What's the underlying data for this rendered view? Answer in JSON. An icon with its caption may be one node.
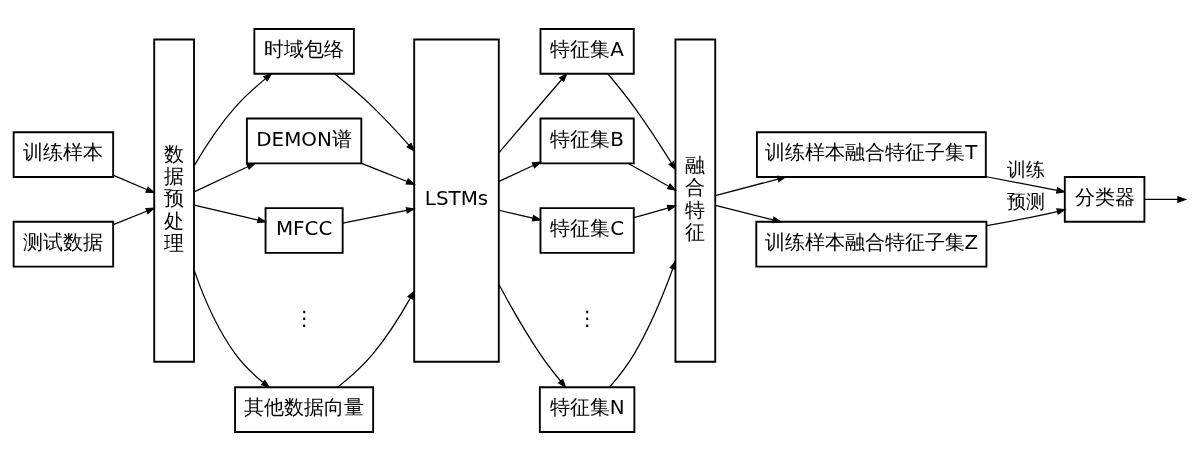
{
  "diagram": {
    "nodes": [
      {
        "text": [
          "训练样本"
        ]
      },
      {
        "text": [
          "测试数据"
        ]
      },
      {
        "text": [
          "数据预处理"
        ]
      },
      {
        "text": [
          "时域包络"
        ]
      },
      {
        "text": [
          "DEMON谱"
        ]
      },
      {
        "text": [
          "MFCC"
        ]
      },
      {
        "text": [
          "其他数据向量"
        ]
      },
      {
        "text": [
          "LSTMs"
        ]
      },
      {
        "text": [
          "特征集A"
        ]
      },
      {
        "text": [
          "特征集B"
        ]
      },
      {
        "text": [
          "特征集C"
        ]
      },
      {
        "text": [
          "特征集N"
        ]
      },
      {
        "text": [
          "融合特征"
        ]
      },
      {
        "text": [
          "训练样本融合特征子集T"
        ]
      },
      {
        "text": [
          "训练样本融合特征子集Z"
        ]
      },
      {
        "text": [
          "分类器"
        ]
      }
    ],
    "edges": [
      {
        "from": 0,
        "to": 2,
        "arrow": "to"
      },
      {
        "from": 1,
        "to": 2,
        "arrow": "to"
      },
      {
        "from": 2,
        "to": 3,
        "arrow": "to"
      },
      {
        "from": 2,
        "to": 4,
        "arrow": "to"
      },
      {
        "from": 2,
        "to": 5,
        "arrow": "to"
      },
      {
        "from": 2,
        "to": 6,
        "arrow": "to"
      },
      {
        "from": 3,
        "to": 7,
        "arrow": "to"
      },
      {
        "from": 4,
        "to": 7,
        "arrow": "to"
      },
      {
        "from": 5,
        "to": 7,
        "arrow": "to"
      },
      {
        "from": 6,
        "to": 7,
        "arrow": "to"
      },
      {
        "from": 7,
        "to": 8,
        "arrow": "to"
      },
      {
        "from": 7,
        "to": 9,
        "arrow": "to"
      },
      {
        "from": 7,
        "to": 10,
        "arrow": "to"
      },
      {
        "from": 7,
        "to": 11,
        "arrow": "to"
      },
      {
        "from": 8,
        "to": 12,
        "arrow": "to"
      },
      {
        "from": 9,
        "to": 12,
        "arrow": "to"
      },
      {
        "from": 10,
        "to": 12,
        "arrow": "to"
      },
      {
        "from": 11,
        "to": 12,
        "arrow": "to"
      },
      {
        "from": 12,
        "to": 13,
        "arrow": "to"
      },
      {
        "from": 12,
        "to": 14,
        "arrow": "to"
      },
      {
        "from": 13,
        "to": 15,
        "arrow": "to",
        "label": "训练"
      },
      {
        "from": 14,
        "to": 15,
        "arrow": "to",
        "label": "预测"
      },
      {
        "from": 15,
        "to": null,
        "arrow": "to"
      }
    ],
    "labels": [
      "⋮",
      "⋮"
    ]
  }
}
